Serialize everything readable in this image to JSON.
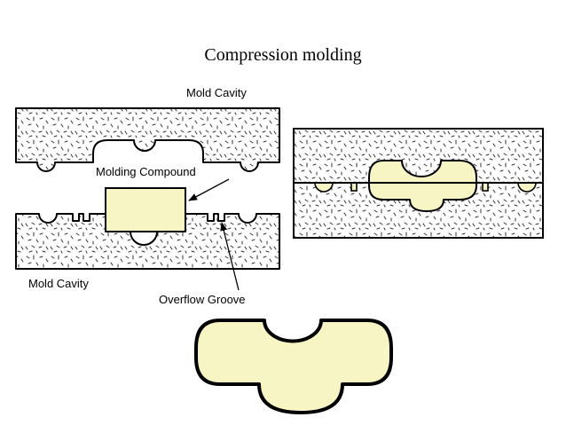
{
  "title": "Compression molding",
  "labels": {
    "mold_cavity_top": "Mold Cavity",
    "molding_compound": "Molding Compound",
    "mold_cavity_bottom": "Mold Cavity",
    "overflow_groove": "Overflow Groove"
  },
  "colors": {
    "compound_fill": "#f7f5c3",
    "outline": "#000000",
    "mold_fill": "#ffffff",
    "speckle": "#333333"
  }
}
